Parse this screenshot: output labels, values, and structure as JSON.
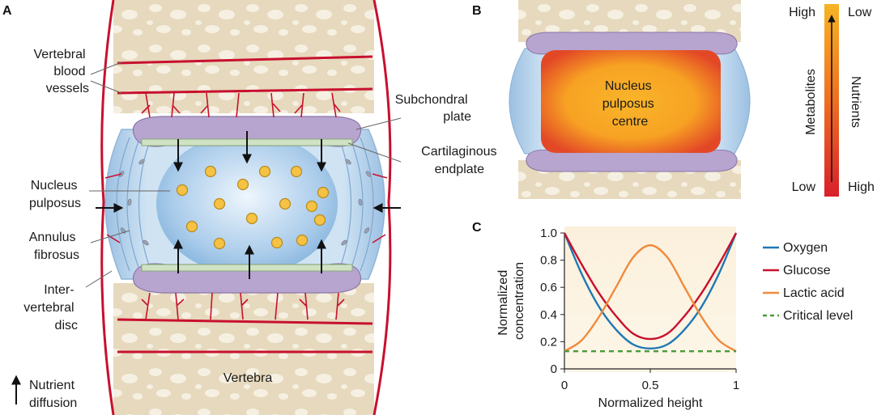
{
  "panel_a": {
    "letter": "A",
    "labels": {
      "vessels": [
        "Vertebral",
        "blood",
        "vessels"
      ],
      "nucleus": [
        "Nucleus",
        "pulposus"
      ],
      "annulus": [
        "Annulus",
        "fibrosus"
      ],
      "disc": [
        "Inter-",
        "vertebral",
        "disc"
      ],
      "subchondral": [
        "Subchondral",
        "plate"
      ],
      "endplate": [
        "Cartilaginous",
        "endplate"
      ],
      "vertebra": "Vertebra",
      "legend": [
        "Nutrient",
        "diffusion"
      ]
    }
  },
  "panel_b": {
    "letter": "B",
    "centre_label": [
      "Nucleus",
      "pulposus",
      "centre"
    ],
    "gradient": {
      "left_top": "High",
      "left_bottom": "Low",
      "right_top": "Low",
      "right_bottom": "High",
      "left_axis": "Metabolites",
      "right_axis": "Nutrients"
    }
  },
  "panel_c": {
    "letter": "C"
  },
  "colors": {
    "oxygen": "#1f78b4",
    "glucose": "#c8102e",
    "lactic": "#f08a3c",
    "critical": "#4a9a3a",
    "vessel": "#c8102e",
    "disc_outer": "#b8d4ea",
    "nucleus": "#a9cbea",
    "endplate_purple": "#b7a4cf",
    "bone": "#e8dcc0"
  },
  "chart_data": {
    "type": "line",
    "xlabel": "Normalized height",
    "ylabel": [
      "Normalized",
      "concentration"
    ],
    "xlim": [
      0,
      1
    ],
    "ylim": [
      0,
      1.0
    ],
    "xticks": [
      "0",
      "0.5",
      "1"
    ],
    "yticks": [
      "0",
      "0.2",
      "0.4",
      "0.6",
      "0.8",
      "1.0"
    ],
    "x": [
      0,
      0.1,
      0.2,
      0.3,
      0.4,
      0.5,
      0.6,
      0.7,
      0.8,
      0.9,
      1.0
    ],
    "series": [
      {
        "name": "Oxygen",
        "color": "#1f78b4",
        "dash": false,
        "values": [
          1.0,
          0.7,
          0.46,
          0.29,
          0.18,
          0.15,
          0.18,
          0.29,
          0.46,
          0.7,
          1.0
        ]
      },
      {
        "name": "Glucose",
        "color": "#c8102e",
        "dash": false,
        "values": [
          1.0,
          0.77,
          0.56,
          0.39,
          0.26,
          0.22,
          0.26,
          0.39,
          0.56,
          0.77,
          1.0
        ]
      },
      {
        "name": "Lactic acid",
        "color": "#f08a3c",
        "dash": false,
        "values": [
          0.13,
          0.21,
          0.38,
          0.6,
          0.82,
          0.91,
          0.82,
          0.6,
          0.38,
          0.21,
          0.13
        ]
      },
      {
        "name": "Critical level",
        "color": "#4a9a3a",
        "dash": true,
        "values": [
          0.13,
          0.13,
          0.13,
          0.13,
          0.13,
          0.13,
          0.13,
          0.13,
          0.13,
          0.13,
          0.13
        ]
      }
    ],
    "legend_position": "right",
    "grid": false
  }
}
